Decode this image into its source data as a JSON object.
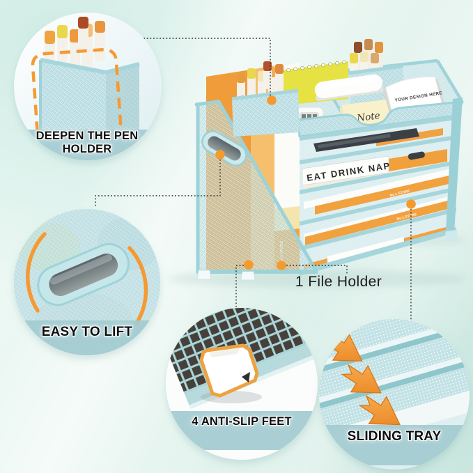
{
  "page": {
    "kind": "product-feature-infographic"
  },
  "callouts": {
    "pen_holder": {
      "label": "DEEPEN THE PEN HOLDER"
    },
    "lift": {
      "label": "EASY TO LIFT"
    },
    "feet": {
      "label": "4 ANTI-SLIP FEET"
    },
    "sliding": {
      "label": "SLIDING TRAY"
    }
  },
  "annotations": {
    "file_holder": "1 File Holder"
  },
  "product": {
    "texts": {
      "book_spine": "EAT DRINK NAP",
      "sticky_note": "Note",
      "business_card": "YOUR DESIGN HERE",
      "envelope_label_1": "No.1 STORE",
      "envelope_label_2": "No.1 STORE",
      "binder_spine_label": "No.1 STORE"
    }
  },
  "colors": {
    "accent_orange": "#f59a33",
    "frame_blue": "#a6d6dc",
    "mesh_blue": "#bde0e5",
    "folder_orange": "#f09c3a",
    "band_teal": "#a3cbd1",
    "background_mint": "#e9f6f1"
  }
}
